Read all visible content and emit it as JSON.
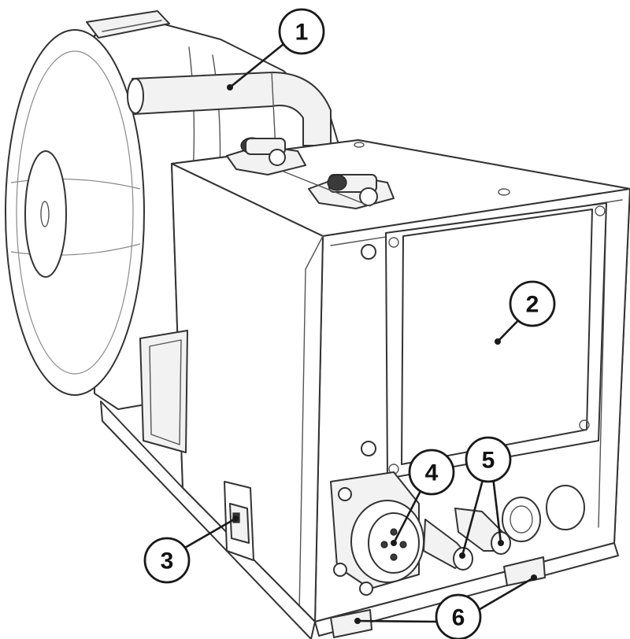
{
  "callouts": [
    {
      "id": "1",
      "label": "1"
    },
    {
      "id": "2",
      "label": "2"
    },
    {
      "id": "3",
      "label": "3"
    },
    {
      "id": "4",
      "label": "4"
    },
    {
      "id": "5",
      "label": "5"
    },
    {
      "id": "6",
      "label": "6"
    }
  ],
  "colors": {
    "outline": "#333333",
    "callout": "#1a1a1a",
    "background": "#ffffff"
  }
}
